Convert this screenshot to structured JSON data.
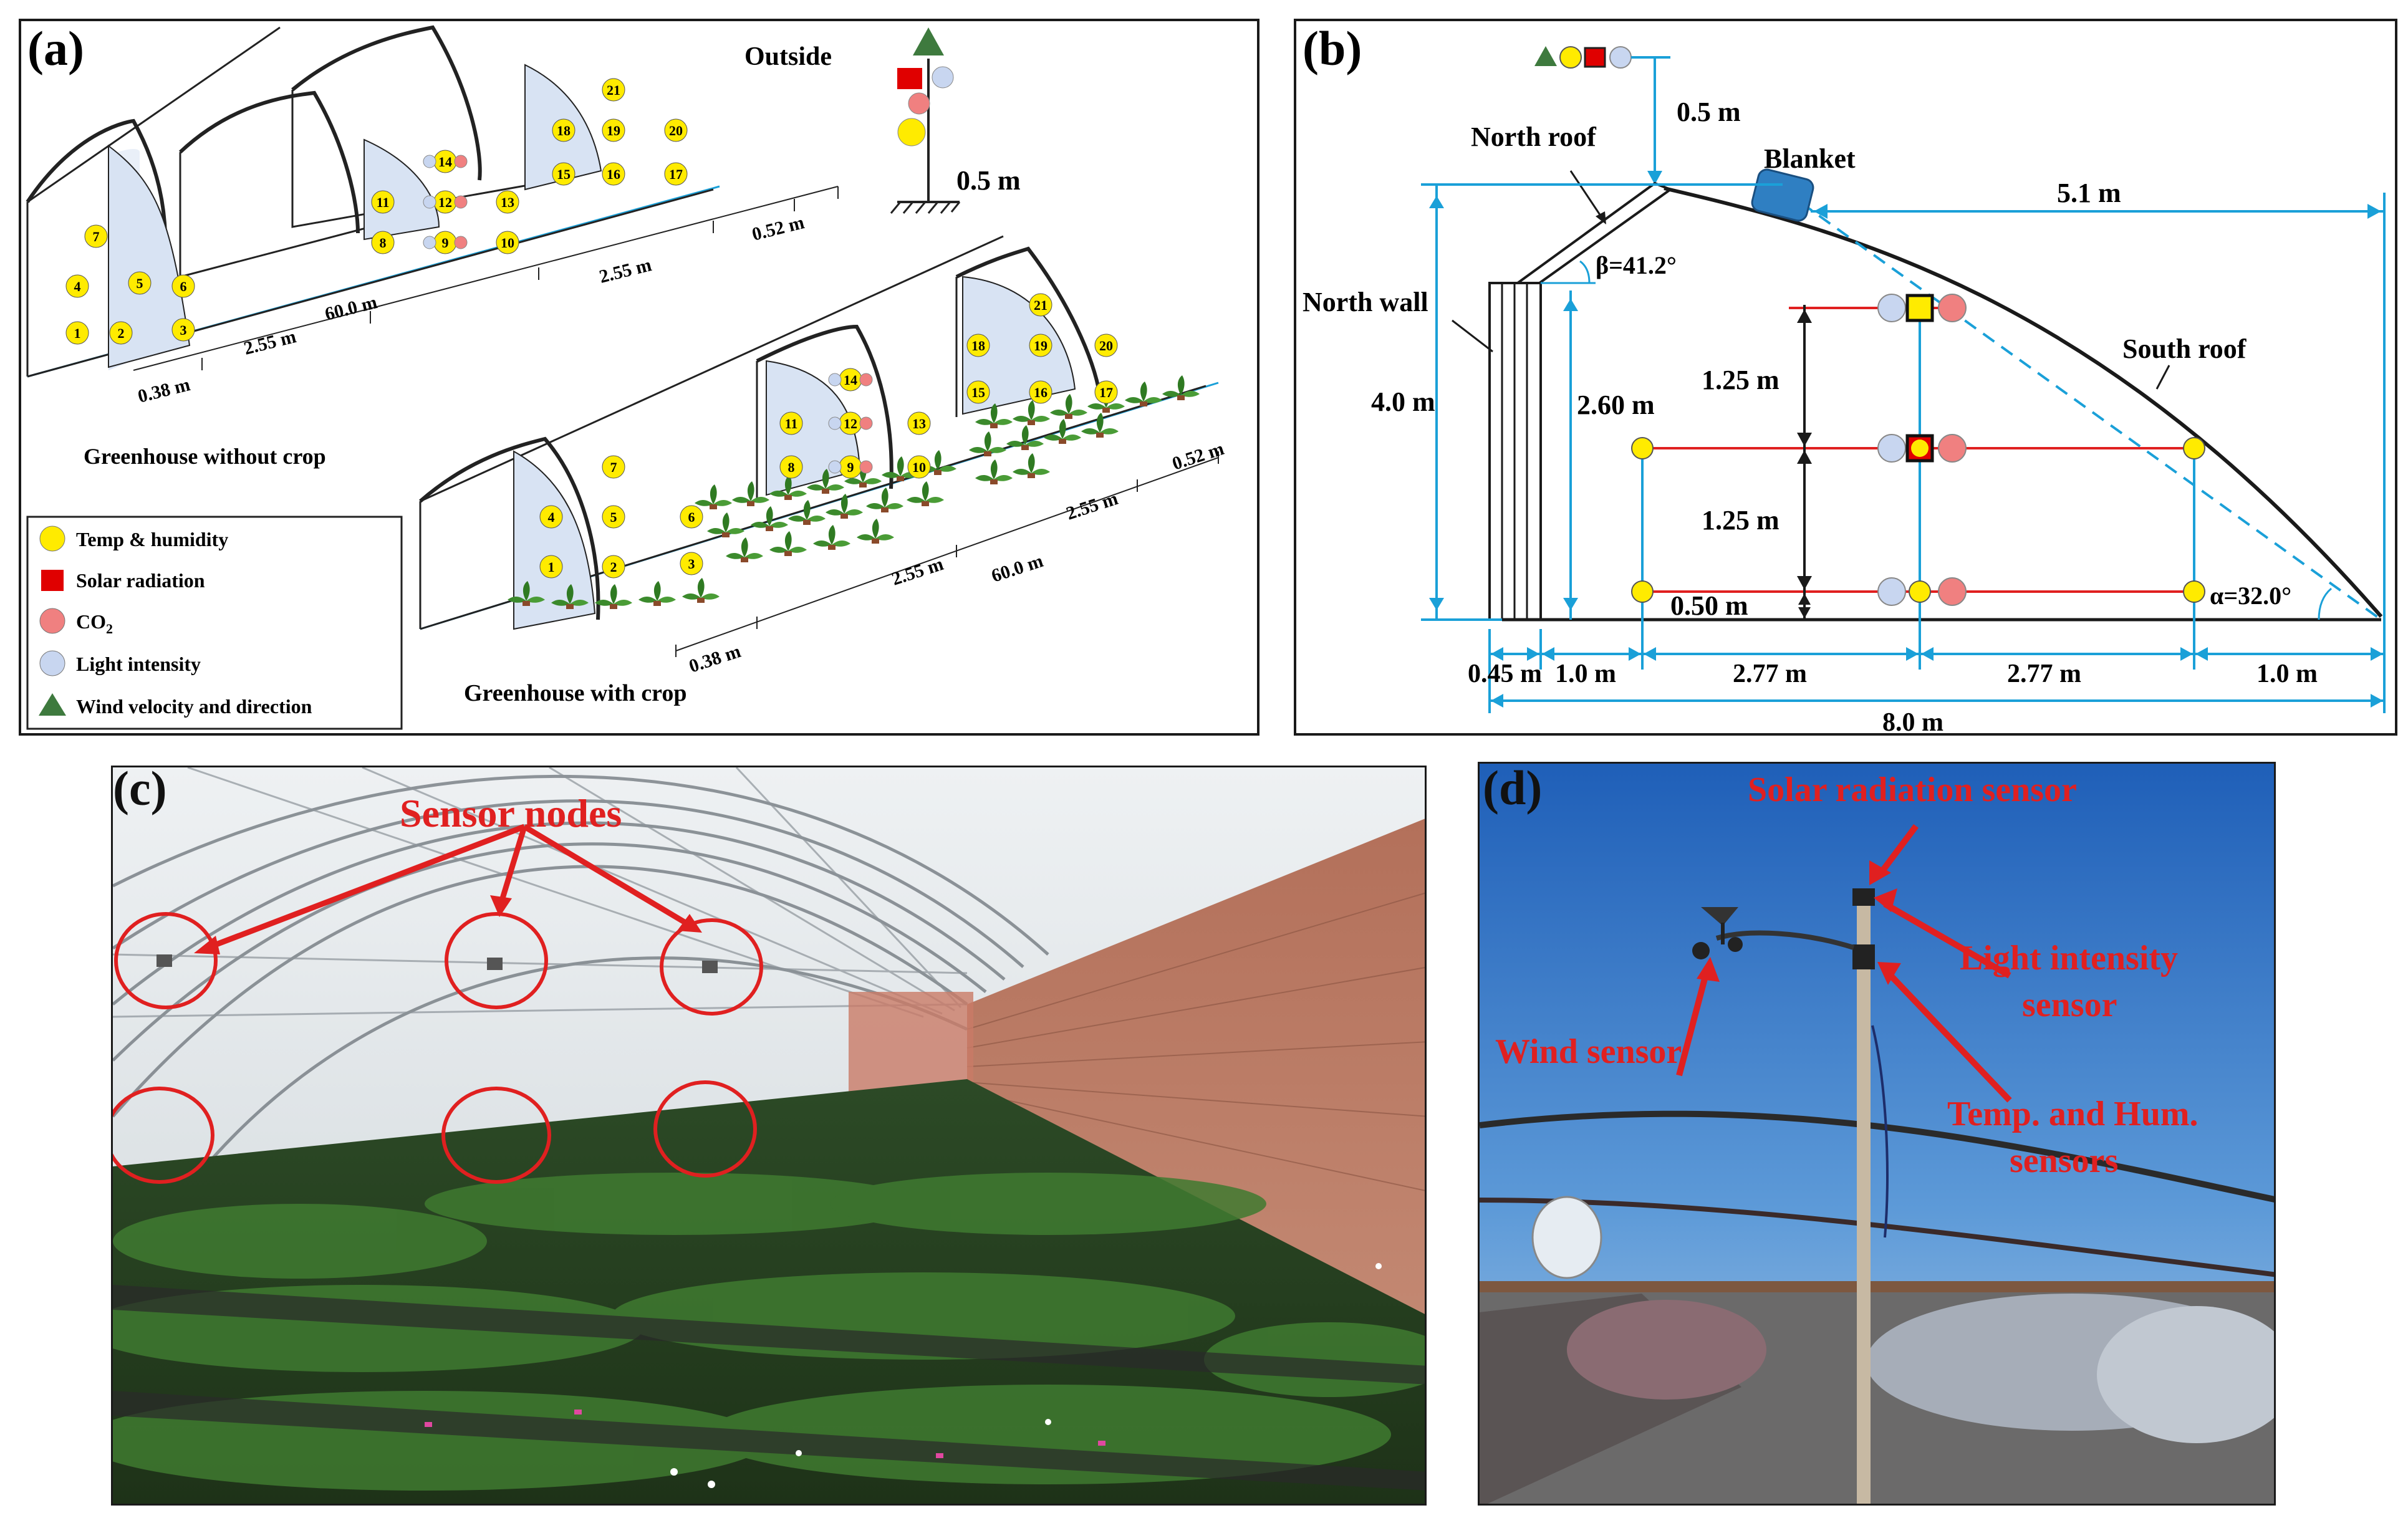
{
  "panels": {
    "a": {
      "label": "(a)",
      "outside_label": "Outside",
      "mast_height": "0.5 m",
      "caption_without_crop": "Greenhouse without crop",
      "caption_with_crop": "Greenhouse with crop",
      "dims": {
        "d038": "0.38 m",
        "d255": "2.55 m",
        "d600": "60.0 m",
        "d052": "0.52 m"
      },
      "sensor_numbers": [
        "1",
        "2",
        "3",
        "4",
        "5",
        "6",
        "7",
        "8",
        "9",
        "10",
        "11",
        "12",
        "13",
        "14",
        "15",
        "16",
        "17",
        "18",
        "19",
        "20",
        "21"
      ],
      "legend": [
        {
          "shape": "yellow-circle",
          "label": "Temp & humidity"
        },
        {
          "shape": "red-square",
          "label": "Solar radiation"
        },
        {
          "shape": "pink-circle",
          "label": "CO",
          "sub": "2"
        },
        {
          "shape": "blue-circle",
          "label": "Light intensity"
        },
        {
          "shape": "green-triangle",
          "label": "Wind velocity and direction"
        }
      ]
    },
    "b": {
      "label": "(b)",
      "north_roof": "North roof",
      "north_wall": "North wall",
      "south_roof": "South roof",
      "blanket": "Blanket",
      "top_offset": "0.5 m",
      "beta": "β=41.2°",
      "alpha": "α=32.0°",
      "height_total": "4.0 m",
      "height_wall": "2.60 m",
      "span_blanket": "5.1 m",
      "layer_upper": "1.25 m",
      "layer_middle": "1.25 m",
      "layer_bottom": "0.50 m",
      "bottom_dims": [
        "0.45 m",
        "1.0 m",
        "2.77 m",
        "2.77 m",
        "1.0 m"
      ],
      "total_width": "8.0 m"
    },
    "c": {
      "label": "(c)",
      "callout": "Sensor nodes"
    },
    "d": {
      "label": "(d)",
      "solar": "Solar radiation sensor",
      "light_1": "Light intensity",
      "light_2": "sensor",
      "wind": "Wind sensor",
      "temp_1": "Temp. and Hum.",
      "temp_2": "sensors"
    }
  },
  "colors": {
    "temp": "#ffeb00",
    "solar": "#e00000",
    "co2": "#f08080",
    "light": "#c8d6f0",
    "wind": "#3e7a3e",
    "dimension_line": "#1aa0d8",
    "sensor_line": "#e02020",
    "callout": "#e02020"
  }
}
